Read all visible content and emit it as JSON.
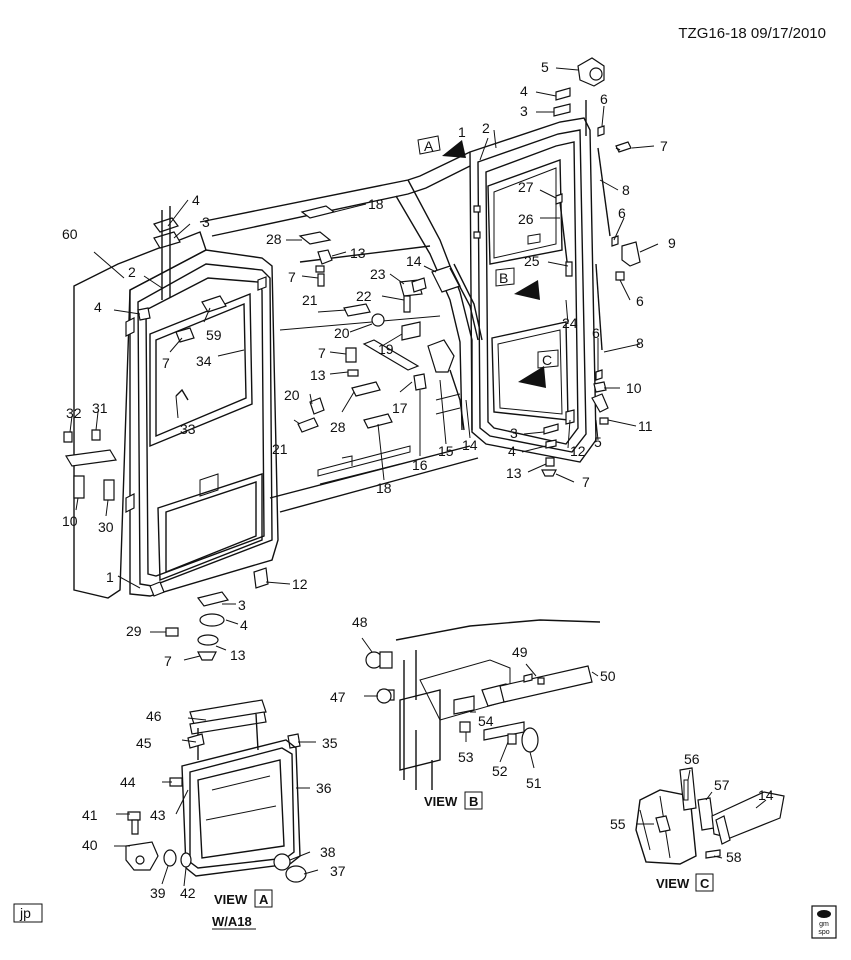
{
  "header": {
    "code": "TZG16-18 09/17/2010"
  },
  "footer": {
    "jp_label": "jp",
    "logo_line1": "gm",
    "logo_line2": "spo"
  },
  "views": {
    "view_a": "VIEW",
    "view_a_letter": "A",
    "wa": "W/A18",
    "view_b": "VIEW",
    "view_b_letter": "B",
    "view_c": "VIEW",
    "view_c_letter": "C"
  },
  "arrows": {
    "a": "A",
    "b": "B",
    "c": "C"
  },
  "callouts": {
    "c5a": "5",
    "c4a": "4",
    "c3a": "3",
    "c6a": "6",
    "c7a": "7",
    "c1a": "1",
    "c2a": "2",
    "c8a": "8",
    "c27": "27",
    "c26": "26",
    "c6b": "6",
    "c9": "9",
    "c25": "25",
    "c6c": "6",
    "c24": "24",
    "c6d": "6",
    "c8b": "8",
    "c10a": "10",
    "c11": "11",
    "c5b": "5",
    "c3b": "3",
    "c12a": "12",
    "c4b": "4",
    "c13a": "13",
    "c7b": "7",
    "c18a": "18",
    "c28a": "28",
    "c13b": "13",
    "c7c": "7",
    "c23": "23",
    "c14a": "14",
    "c22": "22",
    "c21a": "21",
    "c20a": "20",
    "c19": "19",
    "c7d": "7",
    "c13c": "13",
    "c17": "17",
    "c20b": "20",
    "c28b": "28",
    "c21b": "21",
    "c16": "16",
    "c15": "15",
    "c14b": "14",
    "c18b": "18",
    "c60": "60",
    "c4c": "4",
    "c3c": "3",
    "c2b": "2",
    "c4d": "4",
    "c59": "59",
    "c7e": "7",
    "c34": "34",
    "c32": "32",
    "c31": "31",
    "c33": "33",
    "c10b": "10",
    "c30": "30",
    "c1b": "1",
    "c12b": "12",
    "c3d": "3",
    "c4e": "4",
    "c29": "29",
    "c7f": "7",
    "c13d": "13",
    "c48": "48",
    "c49": "49",
    "c50": "50",
    "c47": "47",
    "c54": "54",
    "c53": "53",
    "c52": "52",
    "c51": "51",
    "c46": "46",
    "c45": "45",
    "c35": "35",
    "c44": "44",
    "c36": "36",
    "c41": "41",
    "c43": "43",
    "c40": "40",
    "c38": "38",
    "c39": "39",
    "c42": "42",
    "c37": "37",
    "c56": "56",
    "c57": "57",
    "c14c": "14",
    "c55": "55",
    "c58": "58"
  }
}
